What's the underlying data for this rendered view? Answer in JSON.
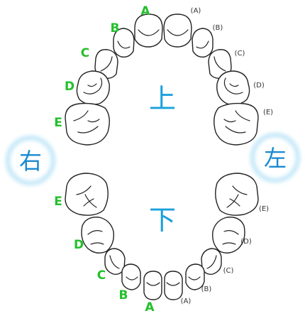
{
  "jaw": {
    "upper": "上",
    "lower": "下"
  },
  "sides": {
    "right": "右",
    "left": "左"
  },
  "letters": {
    "right_upper": [
      "A",
      "B",
      "C",
      "D",
      "E"
    ],
    "left_upper": [
      "(A)",
      "(B)",
      "(C)",
      "(D)",
      "(E)"
    ],
    "right_lower": [
      "E",
      "D",
      "C",
      "B",
      "A"
    ],
    "left_lower": [
      "(E)",
      "(D)",
      "(C)",
      "(B)",
      "(A)"
    ]
  },
  "colors": {
    "right_labels": "#22c02a",
    "left_labels": "#333333",
    "jaw_text": "#1aa0dc",
    "side_glow": "#bfe6f8"
  }
}
